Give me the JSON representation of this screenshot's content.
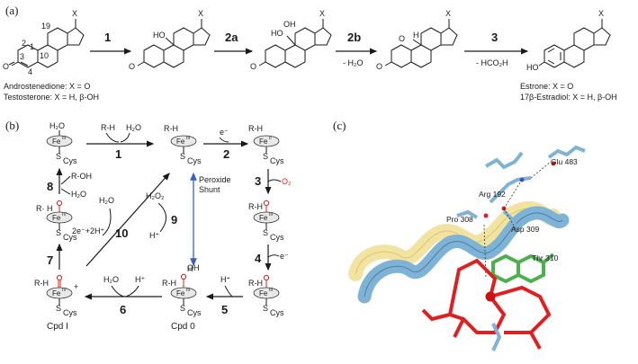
{
  "panels": {
    "a": "(a)",
    "b": "(b)",
    "c": "(c)"
  },
  "panel_a": {
    "x_symbol": "X",
    "atom_numbers": [
      "19",
      "1",
      "2",
      "3",
      "4",
      "10"
    ],
    "substituents": {
      "ho": "HO",
      "ho2": "HO",
      "oh": "OH",
      "o": "O",
      "h": "H",
      "o2": "O",
      "ho3": "HO"
    },
    "steps": [
      "1",
      "2a",
      "2b",
      "3"
    ],
    "step_notes": {
      "s2b": "- H₂O",
      "s3": "- HCO₂H"
    },
    "start_labels": [
      "Androstenedione: X = O",
      "Testosterone: X = H, β-OH"
    ],
    "end_labels": [
      "Estrone: X = O",
      "17β-Estradiol: X = H, β-OH"
    ]
  },
  "panel_b": {
    "fe_ox": {
      "iii": "III",
      "ii": "II",
      "iv": "IV"
    },
    "cys": "Cys",
    "rh": "R-H",
    "h2o": "H₂O",
    "h_plus": "H⁺",
    "e_minus": "e⁻",
    "o2": "O₂",
    "roh": "R-OH",
    "r_dot_h": "R· H",
    "h2o2": "H₂O₂",
    "two_e": "2e⁻+2H⁺",
    "shunt": [
      "Peroxide",
      "Shunt"
    ],
    "cycle_steps": [
      "1",
      "2",
      "3",
      "4",
      "5",
      "6",
      "7",
      "8",
      "9",
      "10"
    ],
    "cpd_labels": [
      "Cpd I",
      "Cpd 0"
    ]
  },
  "panel_c": {
    "residues": [
      "Glu 483",
      "Arg 192",
      "Pro 308",
      "Asp 309",
      "Thr 310"
    ],
    "colors": {
      "helix_blue": "#7fb3d5",
      "helix_yellow": "#f2e3a0",
      "heme": "#e02020",
      "ligand": "#4caf50",
      "iron": "#d01010"
    }
  }
}
